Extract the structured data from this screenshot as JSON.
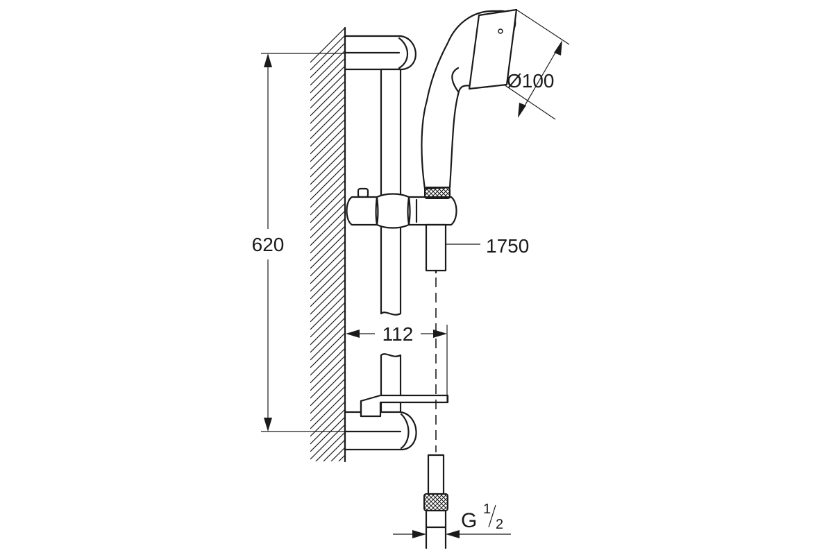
{
  "dimensions": {
    "bar_height": "620",
    "head_diameter": "Ø100",
    "hose_length": "1750",
    "wall_offset": "112",
    "connection_prefix": "G",
    "connection_num": "1",
    "connection_den": "2"
  },
  "colors": {
    "line": "#1a1a1a",
    "background": "#ffffff"
  }
}
